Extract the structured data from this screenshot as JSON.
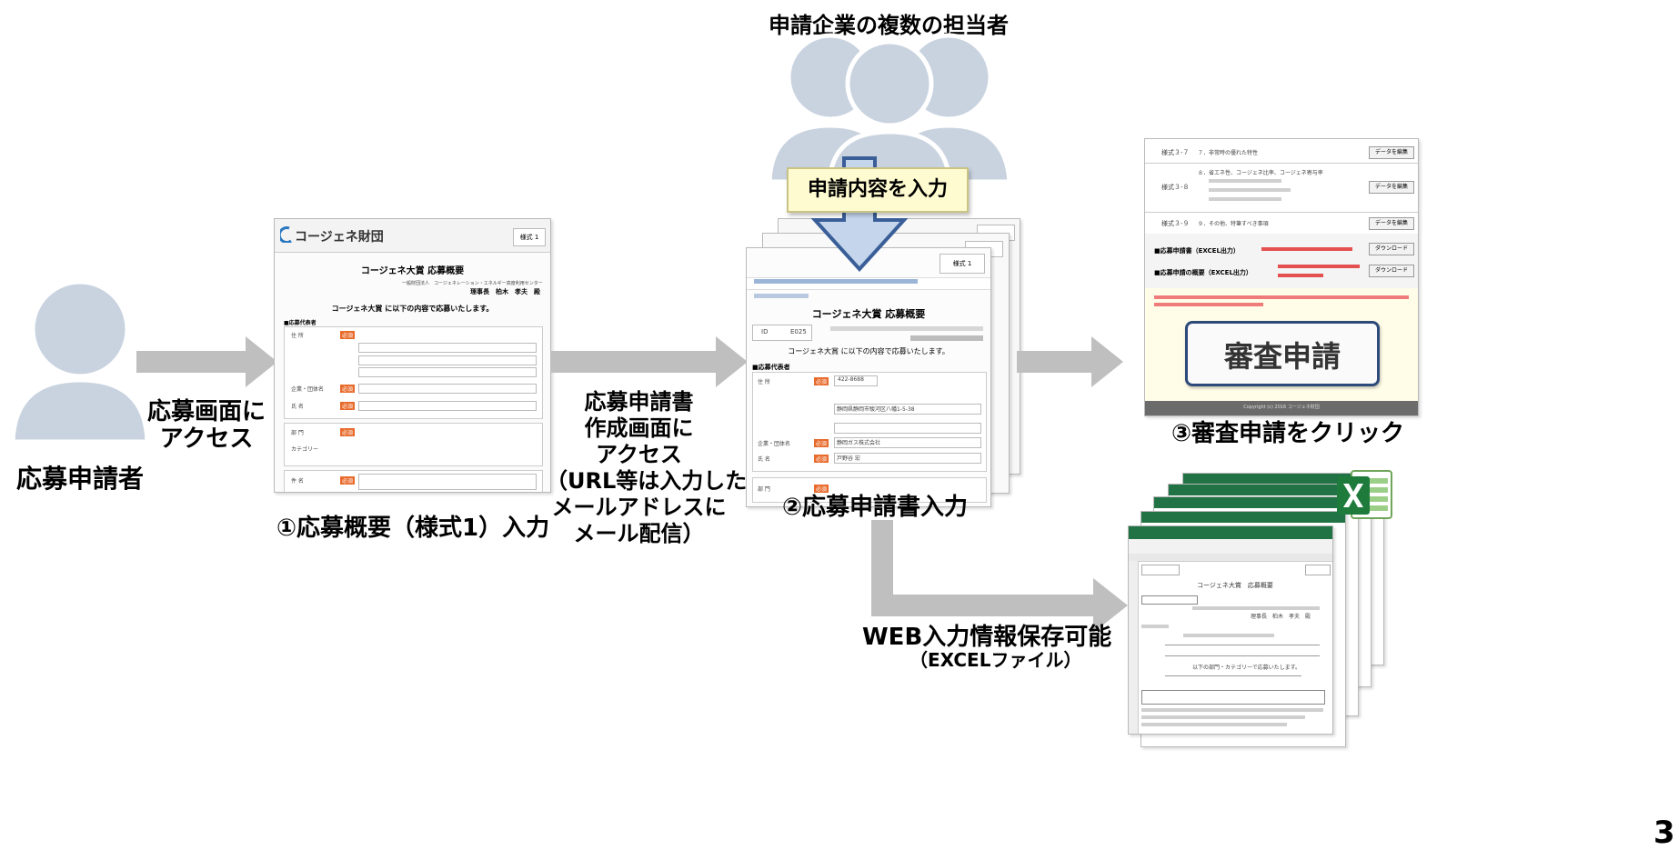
{
  "actors": {
    "applicant": "応募申請者",
    "company_staff": "申請企業の複数の担当者"
  },
  "steps": {
    "access_form": "応募画面に\nアクセス",
    "step1": "①応募概要（様式1）入力",
    "access_application": "応募申請書\n作成画面に\nアクセス\n（URL等は入力した\nメールアドレスに\nメール配信）",
    "step2": "②応募申請書入力",
    "step3": "③審査申請をクリック",
    "input_content": "申請内容を入力",
    "web_save": "WEB入力情報保存可能",
    "web_save_sub": "（EXCELファイル）"
  },
  "form1": {
    "logo": "コージェネ財団",
    "tag": "様式 1",
    "title": "コージェネ大賞 応募概要",
    "org": "一般財団法人　コージェネレーション・エネルギー高度利用センター",
    "chair": "理事長　柏木　孝夫　殿",
    "intro": "コージェネ大賞 に以下の内容で応募いたします。",
    "section": "■応募代表者",
    "fields": [
      "住 所",
      "企業・団体名",
      "氏 名",
      "部 門",
      "カテゴリー",
      "件 名"
    ]
  },
  "form2": {
    "tag": "様式 1",
    "title": "コージェネ大賞 応募概要",
    "id_label": "ID",
    "id_value": "E025",
    "intro": "コージェネ大賞 に以下の内容で応募いたします。",
    "section": "■応募代表者",
    "zip": "422-8688",
    "address": "静岡県静岡市駿河区八幡1-5-38",
    "company": "静岡ガス株式会社",
    "name": "戸野谷 宏",
    "fields": [
      "住 所",
      "企業・団体名",
      "氏 名",
      "部 門"
    ]
  },
  "form3": {
    "rows": [
      {
        "code": "様式３-７",
        "text": "７．非常時の優れた特性",
        "btn": "データを編集"
      },
      {
        "code": "様式３-８",
        "text": "８．省エネ性、コージェネ比率、コージェネ寄与率",
        "btn": "データを編集"
      },
      {
        "code": "様式３-９",
        "text": "９．その他、特筆すべき事項",
        "btn": "データを編集"
      }
    ],
    "dl1": "■応募申請書（EXCEL出力）",
    "dl2": "■応募申請の概要（EXCEL出力）",
    "dl_btn": "ダウンロード",
    "submit": "審査申請",
    "footer": "Copyright (c) 2016 コージェネ財団"
  },
  "excel": {
    "title": "コージェネ大賞　応募概要",
    "chair": "理事長　柏木　孝夫　殿",
    "line": "以下の部門・カテゴリーで応募いたします。"
  },
  "page_number": "3",
  "colors": {
    "arrow": "#bfbfbf",
    "person": "#c9d3e0",
    "blue_arrow": "#c5d6ec",
    "blue_arrow_stroke": "#3a5f98",
    "callout": "#fffbd0"
  }
}
